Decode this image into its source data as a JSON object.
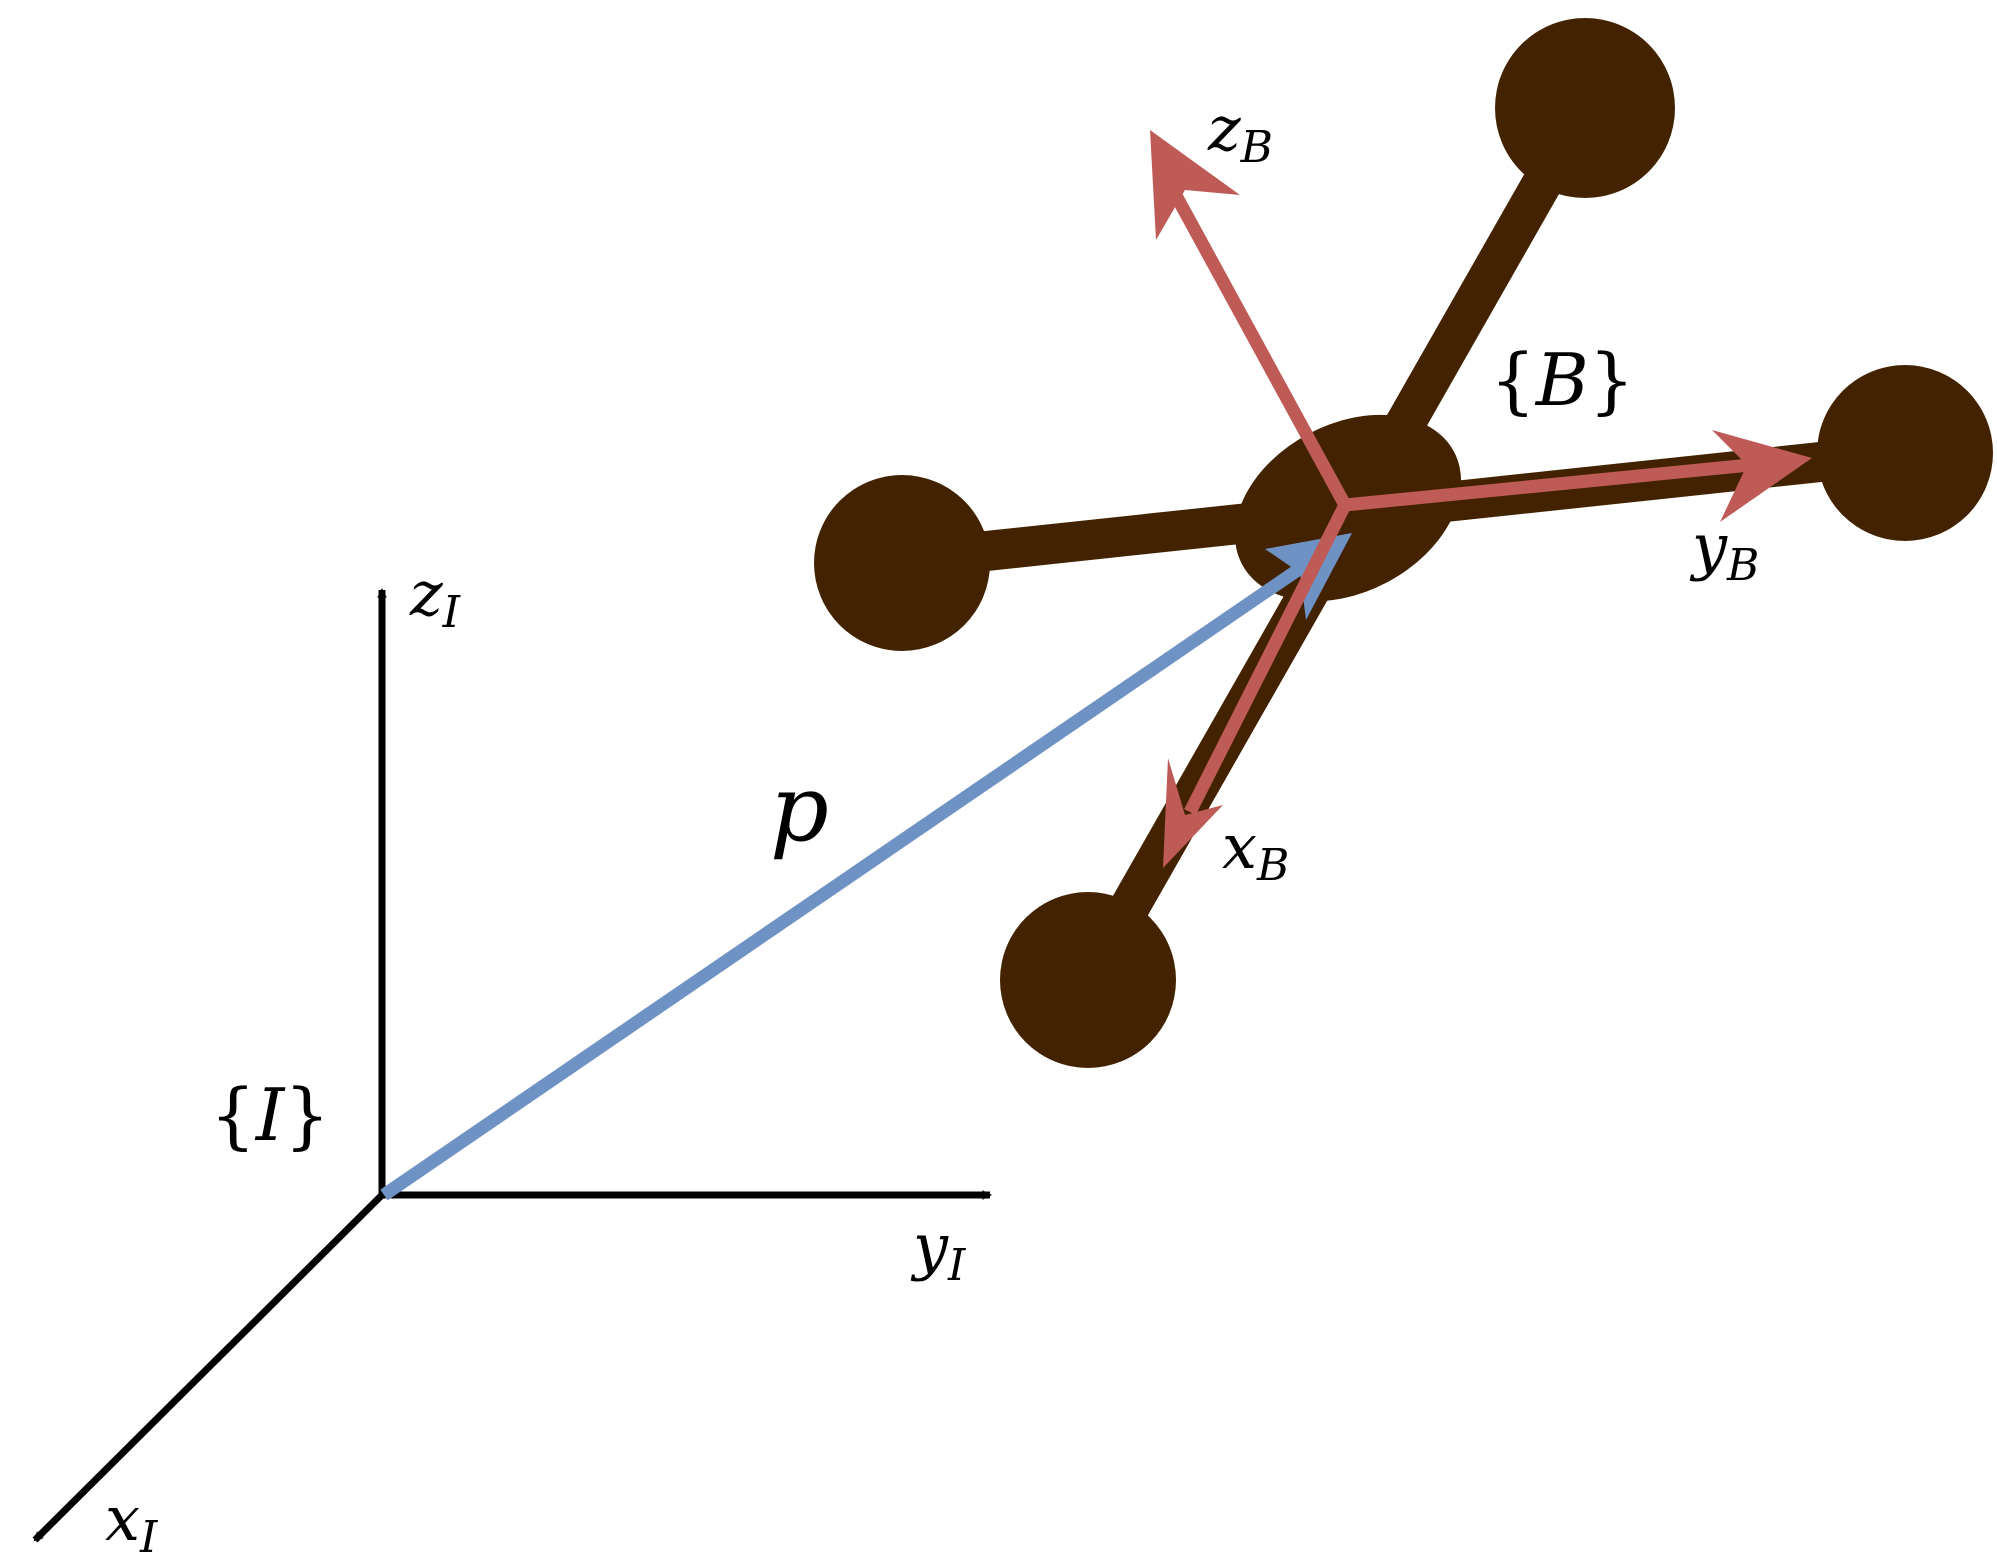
{
  "colors": {
    "background": "#ffffff",
    "inertial_axes": "#000000",
    "body_axes": "#bf5b57",
    "position_vector": "#6f92c4",
    "quadrotor": "#432200"
  },
  "inertial_frame": {
    "label_open": "{",
    "label_name": "I",
    "label_close": "}",
    "x_axis": {
      "symbol": "x",
      "subscript": "I"
    },
    "y_axis": {
      "symbol": "y",
      "subscript": "I"
    },
    "z_axis": {
      "symbol": "z",
      "subscript": "I"
    }
  },
  "body_frame": {
    "label_open": "{",
    "label_name": "B",
    "label_close": "}",
    "x_axis": {
      "symbol": "x",
      "subscript": "B"
    },
    "y_axis": {
      "symbol": "y",
      "subscript": "B"
    },
    "z_axis": {
      "symbol": "z",
      "subscript": "B"
    }
  },
  "position_vector": {
    "symbol": "p"
  },
  "quadrotor": {
    "rotor_count": 4
  }
}
